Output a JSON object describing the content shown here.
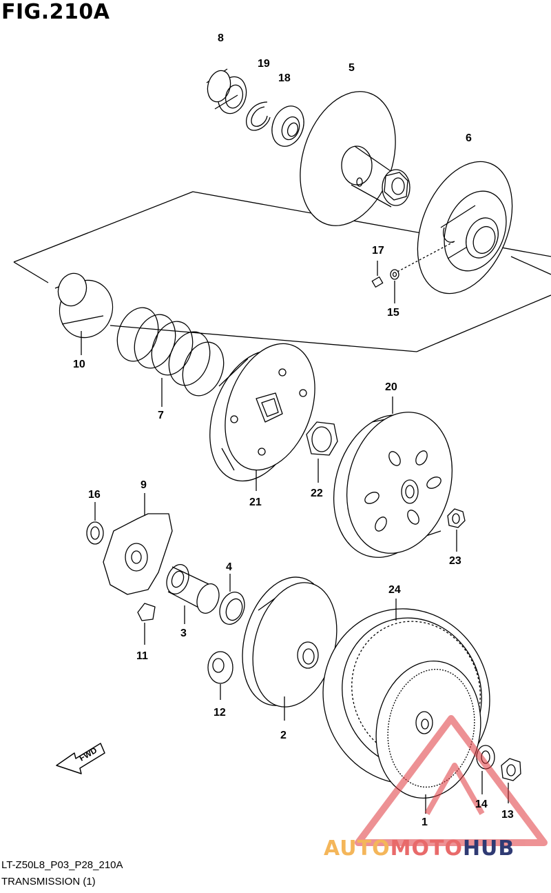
{
  "figure": {
    "title": "FIG.210A"
  },
  "callouts": [
    {
      "id": "8"
    },
    {
      "id": "19"
    },
    {
      "id": "18"
    },
    {
      "id": "5"
    },
    {
      "id": "6"
    },
    {
      "id": "17"
    },
    {
      "id": "15"
    },
    {
      "id": "10"
    },
    {
      "id": "7"
    },
    {
      "id": "20"
    },
    {
      "id": "21"
    },
    {
      "id": "22"
    },
    {
      "id": "16"
    },
    {
      "id": "9"
    },
    {
      "id": "23"
    },
    {
      "id": "4"
    },
    {
      "id": "3"
    },
    {
      "id": "24"
    },
    {
      "id": "11"
    },
    {
      "id": "12"
    },
    {
      "id": "2"
    },
    {
      "id": "14"
    },
    {
      "id": "13"
    },
    {
      "id": "1"
    }
  ],
  "direction_arrow": {
    "label": "FWD"
  },
  "footer": {
    "code": "LT-Z50L8_P03_P28_210A",
    "title": "TRANSMISSION (1)"
  },
  "watermark": {
    "part1": "AUTO",
    "part2": "MOTO",
    "part3": "HUB"
  },
  "colors": {
    "line": "#000000",
    "watermark_red": "#e0393e",
    "watermark_orange": "#f4b65a",
    "watermark_navy": "#2f3a73"
  }
}
